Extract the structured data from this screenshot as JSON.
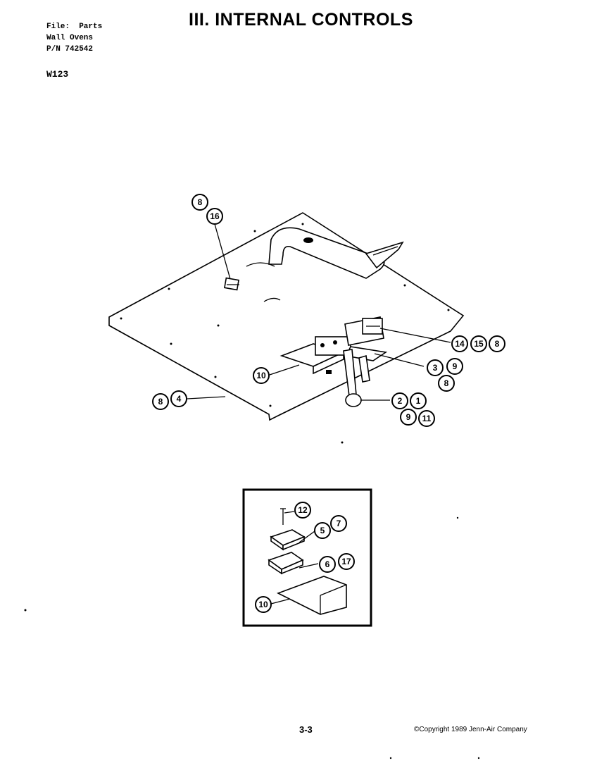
{
  "header": {
    "file_line": "File:  Parts",
    "product_line": "Wall Ovens",
    "part_number_line": "P/N 742542"
  },
  "model": "W123",
  "title": "III. INTERNAL CONTROLS",
  "callouts": {
    "c_8a": "8",
    "c_16": "16",
    "c_14": "14",
    "c_15": "15",
    "c_8b": "8",
    "c_3": "3",
    "c_9a": "9",
    "c_8c": "8",
    "c_10a": "10",
    "c_8d": "8",
    "c_4": "4",
    "c_2": "2",
    "c_1": "1",
    "c_9b": "9",
    "c_11": "11",
    "c_12": "12",
    "c_5": "5",
    "c_7": "7",
    "c_6": "6",
    "c_17": "17",
    "c_10b": "10"
  },
  "footer": {
    "page": "3-3",
    "copyright": "©Copyright 1989 Jenn-Air Company"
  }
}
